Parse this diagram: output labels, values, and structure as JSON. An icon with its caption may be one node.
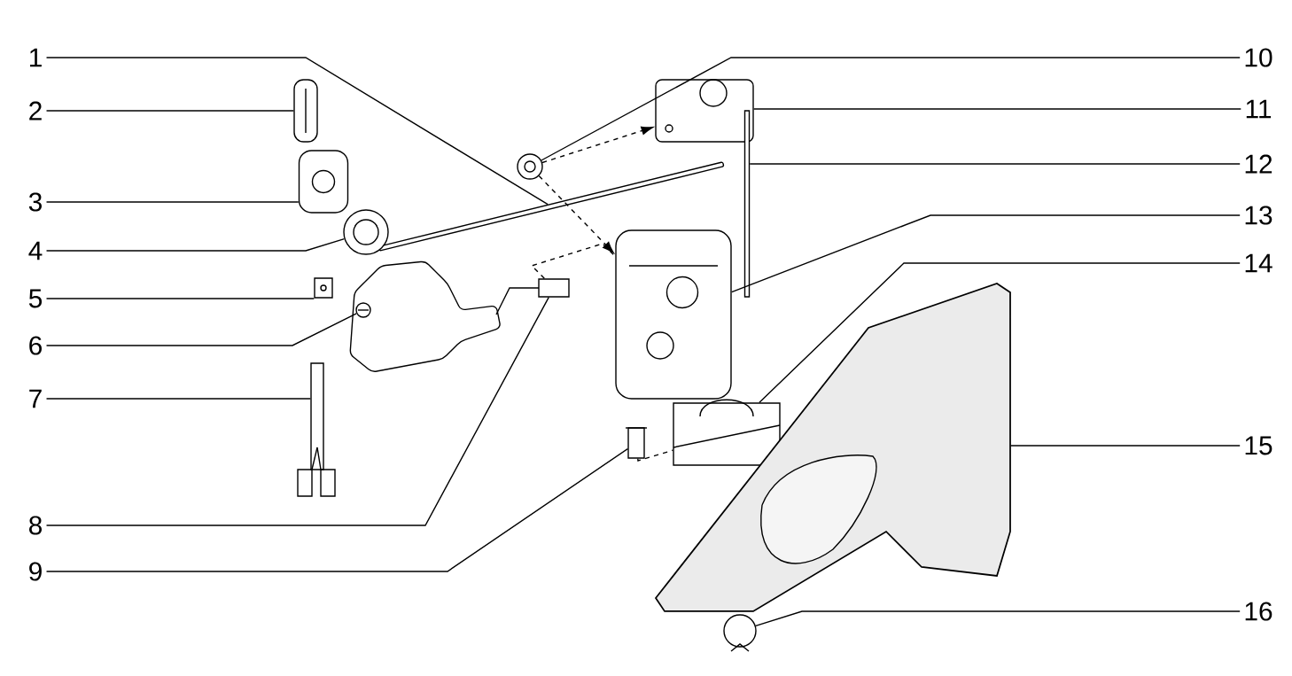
{
  "diagram": {
    "nodes": [
      {
        "text": [
          "1"
        ]
      },
      {
        "text": [
          "2"
        ]
      },
      {
        "text": [
          "3"
        ]
      },
      {
        "text": [
          "4"
        ]
      },
      {
        "text": [
          "5"
        ]
      },
      {
        "text": [
          "6"
        ]
      },
      {
        "text": [
          "7"
        ]
      },
      {
        "text": [
          "8"
        ]
      },
      {
        "text": [
          "9"
        ]
      },
      {
        "text": [
          "10"
        ]
      },
      {
        "text": [
          "11"
        ]
      },
      {
        "text": [
          "12"
        ]
      },
      {
        "text": [
          "13"
        ]
      },
      {
        "text": [
          "14"
        ]
      },
      {
        "text": [
          "15"
        ]
      },
      {
        "text": [
          "16"
        ]
      },
      {
        "text": [],
        "shape": "picture"
      },
      {
        "text": [],
        "shape": "picture"
      },
      {
        "text": [],
        "shape": "picture"
      },
      {
        "text": [],
        "shape": "picture"
      },
      {
        "text": [],
        "shape": "picture"
      },
      {
        "text": [],
        "shape": "picture"
      },
      {
        "text": [],
        "shape": "picture"
      },
      {
        "text": [],
        "shape": "picture"
      },
      {
        "text": [],
        "shape": "box"
      },
      {
        "text": [],
        "shape": "picture"
      },
      {
        "text": [],
        "shape": "picture"
      },
      {
        "text": [],
        "shape": "bar"
      },
      {
        "text": [],
        "shape": "picture"
      },
      {
        "text": [],
        "shape": "picture"
      },
      {
        "text": [],
        "shape": "picture"
      },
      {
        "text": [],
        "shape": "circle"
      }
    ],
    "edges": [
      {
        "from": 0,
        "to": 16,
        "arrow": "none"
      },
      {
        "from": 1,
        "to": 17,
        "arrow": "none"
      },
      {
        "from": 2,
        "to": 18,
        "arrow": "none"
      },
      {
        "from": 3,
        "to": 19,
        "arrow": "none"
      },
      {
        "from": 4,
        "to": 20,
        "arrow": "none"
      },
      {
        "from": 5,
        "to": 21,
        "arrow": "none"
      },
      {
        "from": 6,
        "to": 22,
        "arrow": "none"
      },
      {
        "from": 7,
        "to": 23,
        "arrow": "none"
      },
      {
        "from": 8,
        "to": 24,
        "arrow": "none"
      },
      {
        "from": 9,
        "to": 25,
        "arrow": "none"
      },
      {
        "from": 10,
        "to": 26,
        "arrow": "none"
      },
      {
        "from": 11,
        "to": 27,
        "arrow": "none"
      },
      {
        "from": 12,
        "to": 28,
        "arrow": "none"
      },
      {
        "from": 13,
        "to": 29,
        "arrow": "none"
      },
      {
        "from": 14,
        "to": 30,
        "arrow": "none"
      },
      {
        "from": 15,
        "to": 31,
        "arrow": "none"
      },
      {
        "from": 25,
        "to": 26,
        "arrow": "to",
        "style": "dashed"
      },
      {
        "from": 25,
        "to": 28,
        "arrow": "to",
        "style": "dashed"
      },
      {
        "from": 23,
        "to": 28,
        "arrow": "none",
        "style": "dashed"
      },
      {
        "from": 24,
        "to": 29,
        "arrow": "none",
        "style": "dashed"
      }
    ]
  }
}
